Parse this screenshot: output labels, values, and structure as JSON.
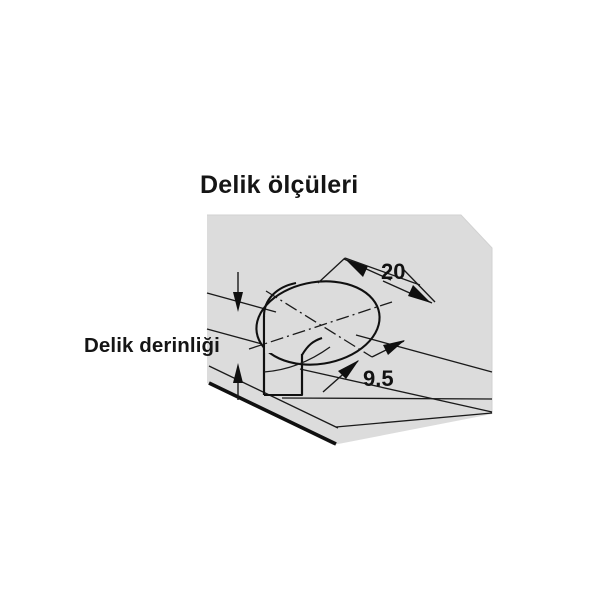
{
  "figure": {
    "title": "Delik ölçüleri",
    "background_color": "#ffffff",
    "panel_color": "#dcdcdc",
    "line_color": "#101010"
  },
  "labels": {
    "depth_label": "Delik derinliği",
    "dimension_diameter": "20",
    "dimension_offset": "9.5"
  },
  "annotations": {
    "diameter_unit_note": "20",
    "offset_unit_note": "9.5"
  }
}
